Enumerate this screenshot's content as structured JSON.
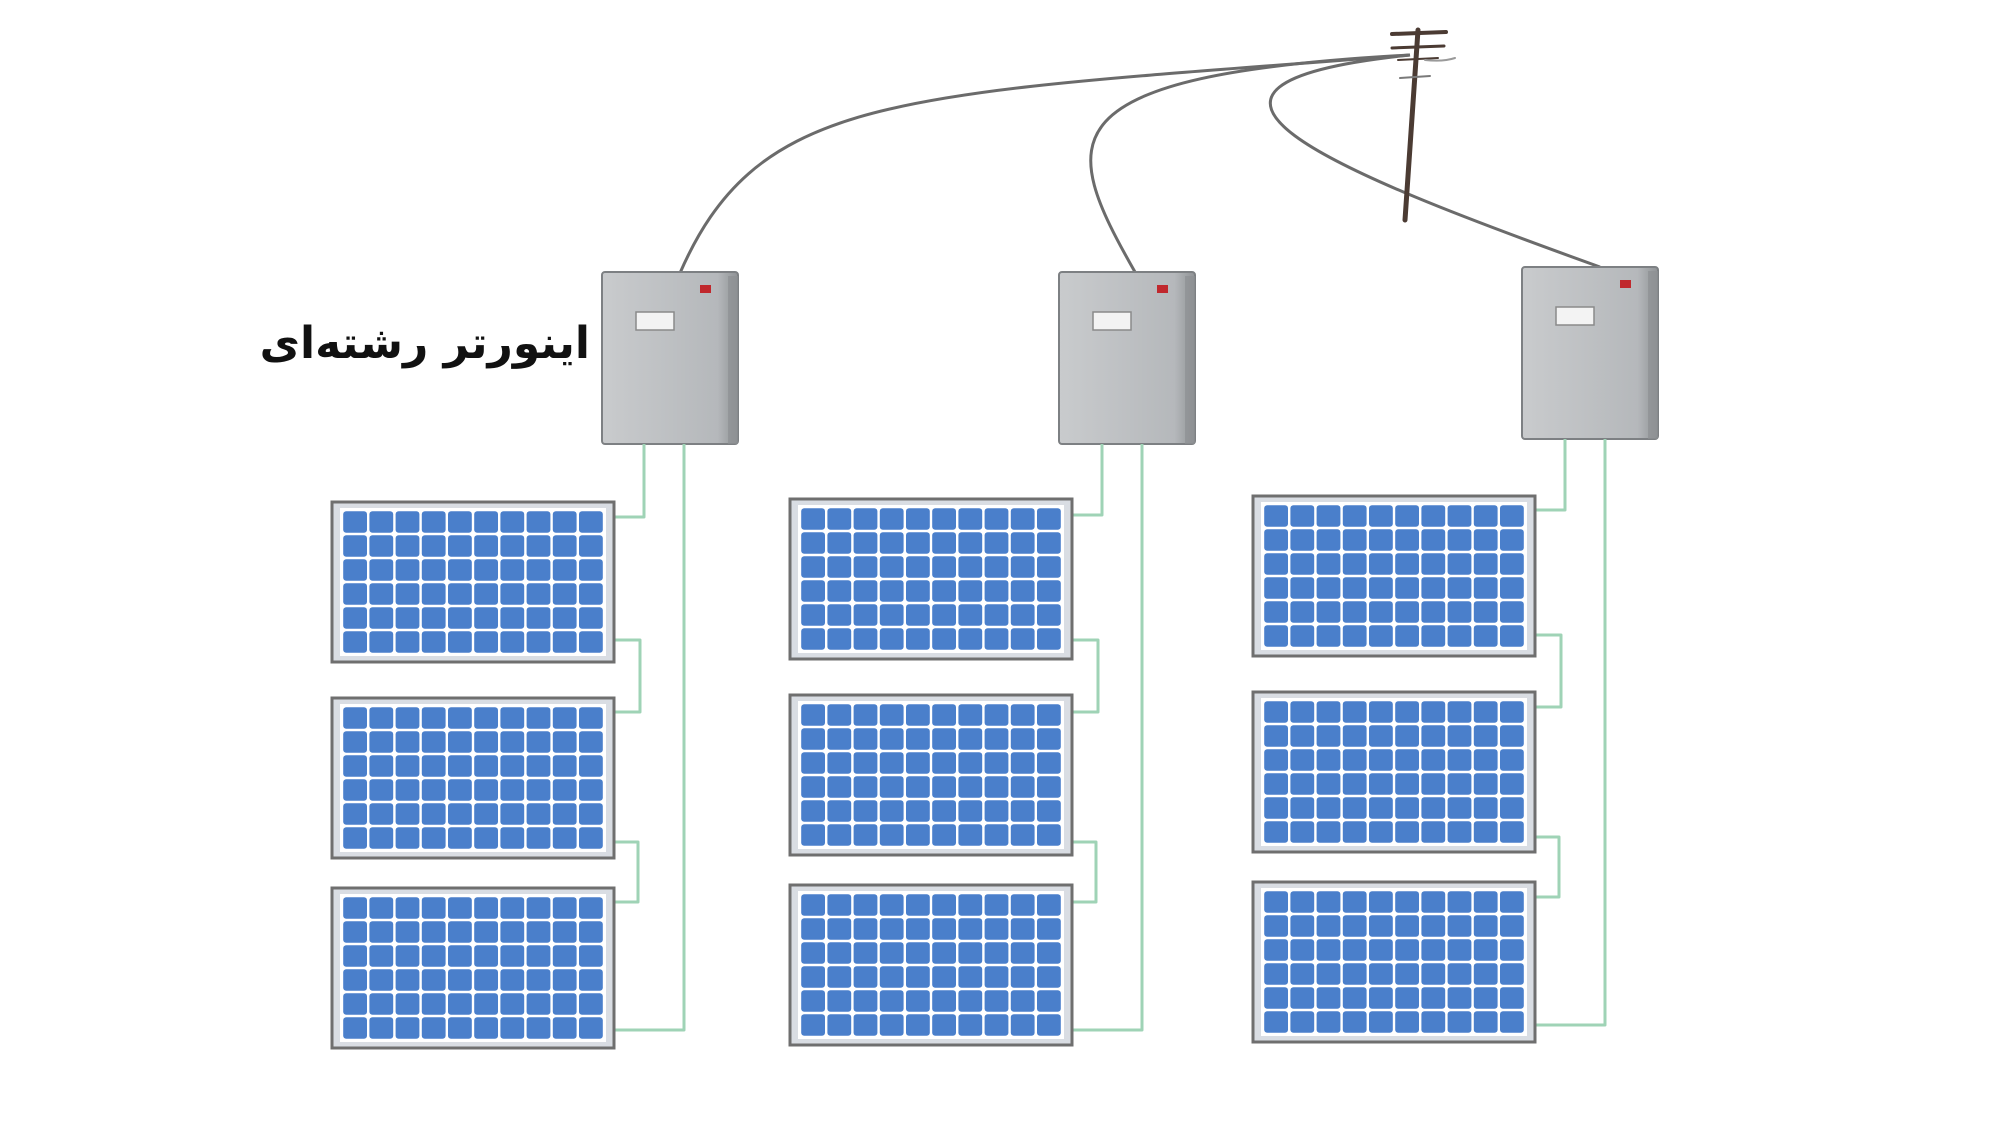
{
  "diagram": {
    "label": "اینورتر رشته‌ای",
    "inverter_count": 3,
    "panels_per_string": 3,
    "panel_cell_grid": {
      "columns": 10,
      "rows": 6
    },
    "colors": {
      "cell": "#4a7fcb",
      "panel_frame": "#d9dde3",
      "panel_border": "#6f6f6f",
      "string_wire": "#9fd3b6",
      "grid_cable": "#6b6b6b",
      "inverter_body": "#b9bcbf",
      "inverter_indicator": "#c0282d",
      "pole": "#4b3b33"
    },
    "icons": [
      "utility-pole-icon",
      "inverter-icon",
      "solar-panel-icon"
    ]
  }
}
